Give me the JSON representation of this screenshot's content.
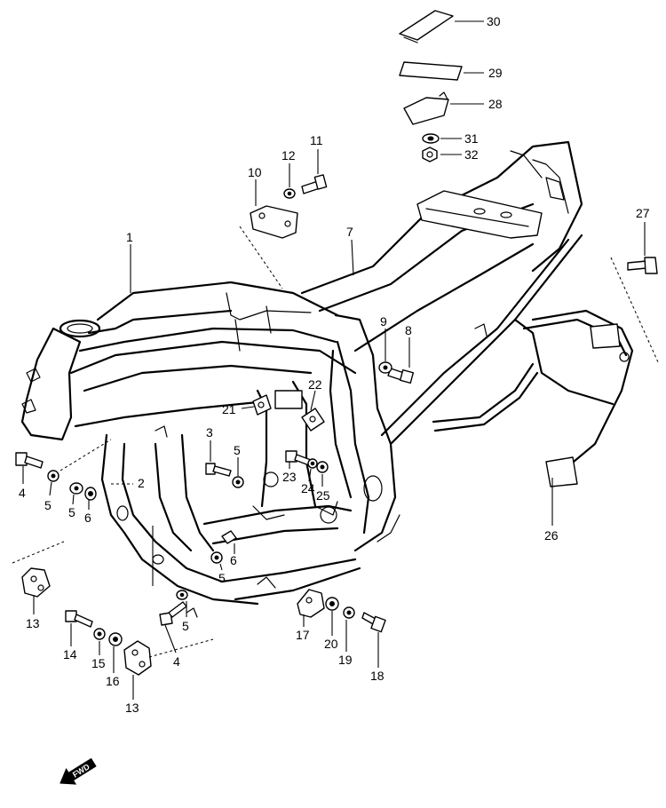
{
  "labels": {
    "l1": "1",
    "l2": "2",
    "l3": "3",
    "l4a": "4",
    "l4b": "4",
    "l5a": "5",
    "l5b": "5",
    "l5c": "5",
    "l5d": "5",
    "l5e": "5",
    "l6a": "6",
    "l6b": "6",
    "l7": "7",
    "l8": "8",
    "l9": "9",
    "l10": "10",
    "l11": "11",
    "l12": "12",
    "l13a": "13",
    "l13b": "13",
    "l14": "14",
    "l15": "15",
    "l16": "16",
    "l17": "17",
    "l18": "18",
    "l19": "19",
    "l20": "20",
    "l21": "21",
    "l22": "22",
    "l23": "23",
    "l24": "24",
    "l25": "25",
    "l26": "26",
    "l27": "27",
    "l28": "28",
    "l29": "29",
    "l30": "30",
    "l31": "31",
    "l32": "32"
  },
  "fwd_label": "FWD"
}
